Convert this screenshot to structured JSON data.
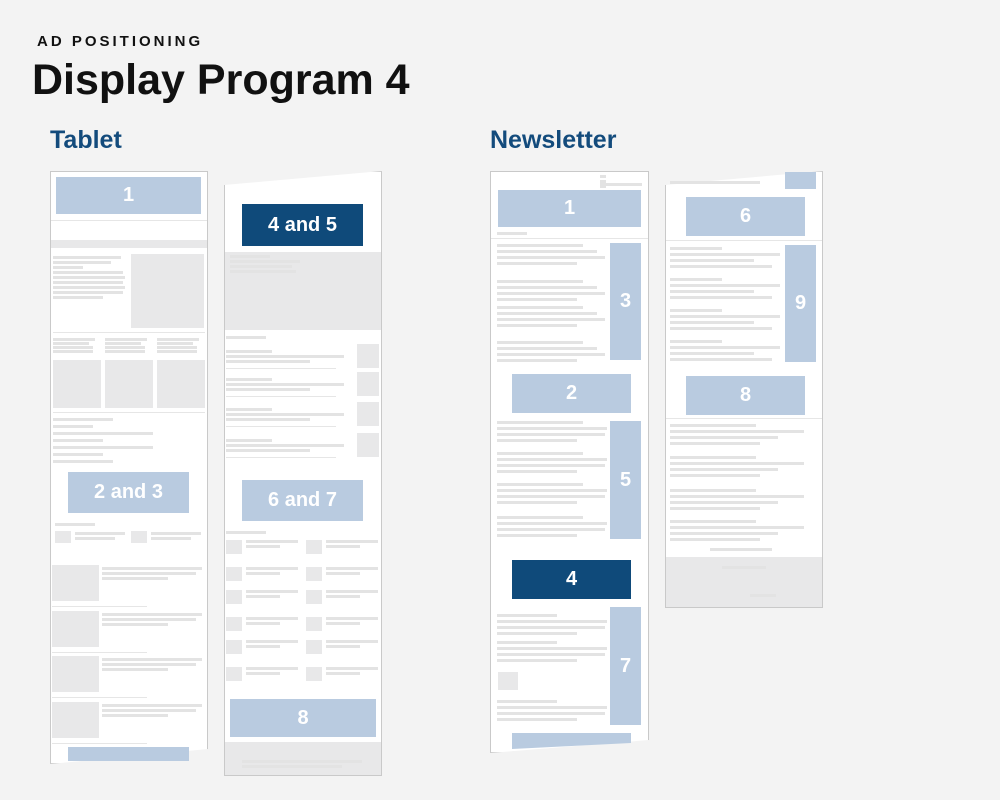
{
  "header": {
    "eyebrow": "AD POSITIONING",
    "title": "Display Program 4"
  },
  "sections": {
    "tablet": "Tablet",
    "newsletter": "Newsletter"
  },
  "colors": {
    "ad_light": "#b9cbe0",
    "ad_dark": "#0f4a7a",
    "section_title": "#134b7c"
  },
  "ads": {
    "tablet_p1_1": "1",
    "tablet_p1_2and3": "2 and 3",
    "tablet_p2_4and5": "4 and 5",
    "tablet_p2_6and7": "6 and 7",
    "tablet_p2_8": "8",
    "news_p1_1": "1",
    "news_p1_3": "3",
    "news_p1_2": "2",
    "news_p1_5": "5",
    "news_p1_4": "4",
    "news_p1_7": "7",
    "news_p2_6": "6",
    "news_p2_9": "9",
    "news_p2_8": "8"
  }
}
